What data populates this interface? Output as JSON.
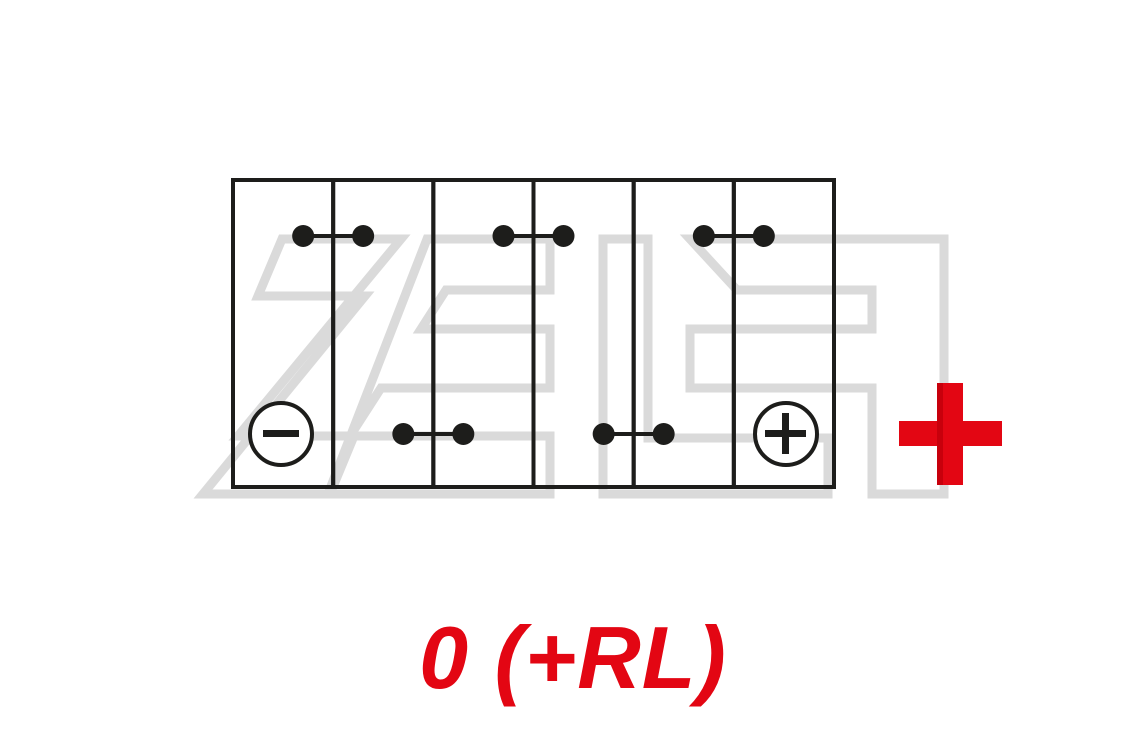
{
  "caption": {
    "layout_code": "0 (+RL)",
    "color": "#e30613"
  },
  "battery": {
    "cell_count": 6,
    "negative_terminal_cell": 1,
    "positive_terminal_cell": 6,
    "outline_color": "#1d1d1b",
    "top_connectors_between_cells": [
      [
        1,
        2
      ],
      [
        3,
        4
      ],
      [
        5,
        6
      ]
    ],
    "bottom_connectors_between_cells": [
      [
        2,
        3
      ],
      [
        4,
        5
      ]
    ]
  },
  "watermark": {
    "icon": "zelin-logo-outline",
    "color": "#dadada"
  },
  "positive_marker": {
    "icon": "plus-icon",
    "color": "#e30613",
    "highlight_color": "#c8000c"
  }
}
